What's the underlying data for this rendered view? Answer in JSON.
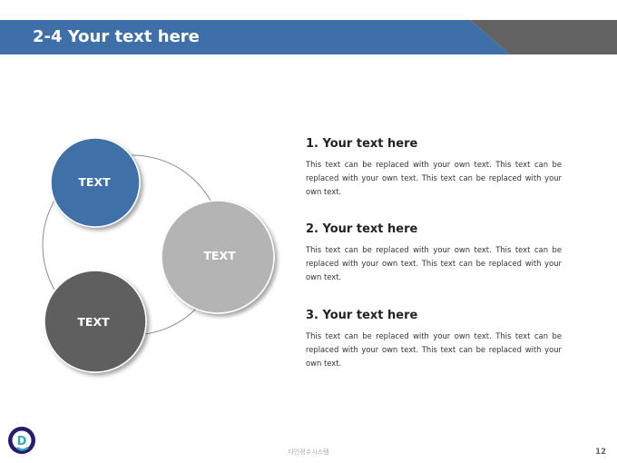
{
  "slide": {
    "title": "2-4 Your text here",
    "page_number": "12",
    "footer_brand": "다인정수시스템",
    "logo_letter": "D"
  },
  "diagram": {
    "circles": [
      {
        "label": "TEXT",
        "color": "#3f6fa8"
      },
      {
        "label": "TEXT",
        "color": "#b4b4b4"
      },
      {
        "label": "TEXT",
        "color": "#5f5f5f"
      }
    ]
  },
  "sections": [
    {
      "heading": "1. Your text here",
      "body": "This text can be replaced with your own text. This text can be replaced with your own text. This text can be replaced with your own text."
    },
    {
      "heading": "2. Your text here",
      "body": "This text can be replaced with your own text. This text can be replaced with your own text. This text can be replaced with your own text."
    },
    {
      "heading": "3. Your text here",
      "body": "This text can be replaced with your own text. This text can be replaced with your own text. This text can be replaced with your own text."
    }
  ],
  "colors": {
    "header_blue": "#3f6fa8",
    "header_gray": "#636363",
    "logo_ring": "#2a1a6e",
    "logo_accent": "#3aa5b8"
  }
}
